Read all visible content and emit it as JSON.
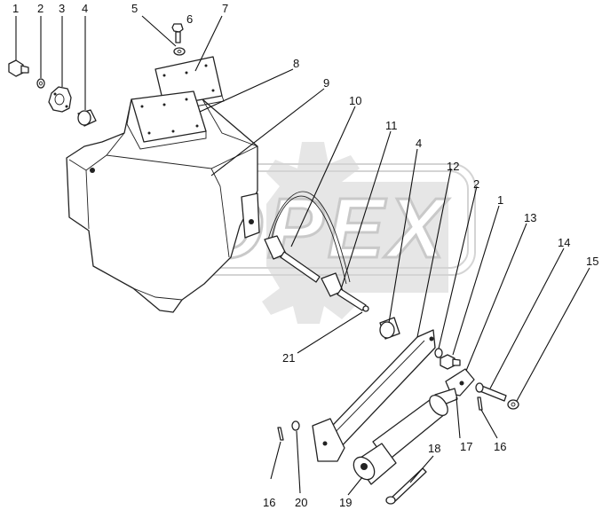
{
  "watermark": {
    "text": "OPEX"
  },
  "labels": [
    {
      "id": "l1a",
      "text": "1"
    },
    {
      "id": "l2a",
      "text": "2"
    },
    {
      "id": "l3",
      "text": "3"
    },
    {
      "id": "l4a",
      "text": "4"
    },
    {
      "id": "l5",
      "text": "5"
    },
    {
      "id": "l6",
      "text": "6"
    },
    {
      "id": "l7",
      "text": "7"
    },
    {
      "id": "l8",
      "text": "8"
    },
    {
      "id": "l9",
      "text": "9"
    },
    {
      "id": "l10",
      "text": "10"
    },
    {
      "id": "l11",
      "text": "11"
    },
    {
      "id": "l4b",
      "text": "4"
    },
    {
      "id": "l12",
      "text": "12"
    },
    {
      "id": "l2b",
      "text": "2"
    },
    {
      "id": "l1b",
      "text": "1"
    },
    {
      "id": "l13",
      "text": "13"
    },
    {
      "id": "l14",
      "text": "14"
    },
    {
      "id": "l15",
      "text": "15"
    },
    {
      "id": "l21",
      "text": "21"
    },
    {
      "id": "l16a",
      "text": "16"
    },
    {
      "id": "l17",
      "text": "17"
    },
    {
      "id": "l16b",
      "text": "16"
    },
    {
      "id": "l18",
      "text": "18"
    },
    {
      "id": "l19",
      "text": "19"
    },
    {
      "id": "l20",
      "text": "20"
    }
  ]
}
